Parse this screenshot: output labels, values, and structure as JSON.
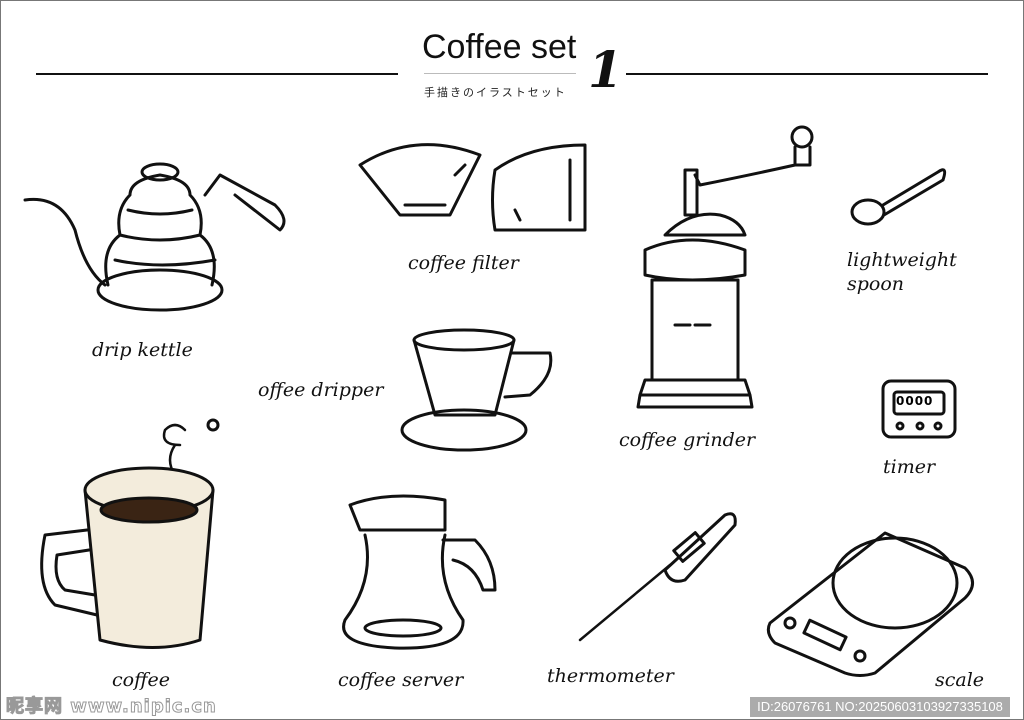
{
  "header": {
    "title": "Coffee set",
    "number": "1",
    "subtitle": "手描きのイラストセット"
  },
  "items": {
    "drip_kettle": "drip kettle",
    "coffee_filter": "coffee filter",
    "lightweight_spoon_1": "lightweight",
    "lightweight_spoon_2": "spoon",
    "coffee_dripper": "offee dripper",
    "coffee_grinder": "coffee grinder",
    "timer": "timer",
    "coffee": "coffee",
    "coffee_server": "coffee server",
    "thermometer": "thermometer",
    "scale": "scale"
  },
  "timer_display": "0000",
  "watermark": {
    "left": "昵享网 www.nipic.cn",
    "right": "ID:26076761 NO:20250603103927335108"
  },
  "colors": {
    "ink": "#111111",
    "coffee": "#3a2414",
    "mug": "#f3ecdc"
  }
}
